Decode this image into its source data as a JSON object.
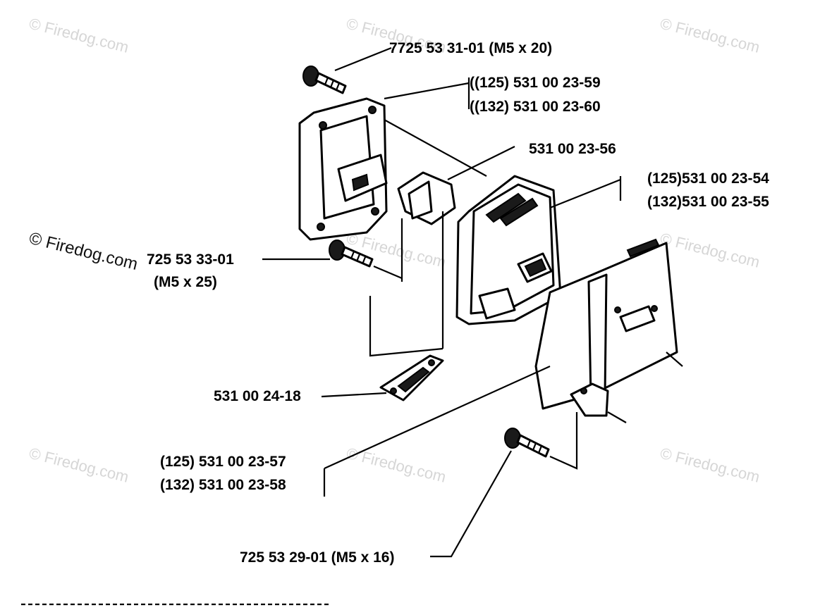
{
  "colors": {
    "line": "#000000",
    "background": "#ffffff",
    "watermark": "#d6d6d6"
  },
  "watermark": {
    "text": "© Firedog.com"
  },
  "labels": {
    "screw_top": "7725 53 31-01 (M5 x 20)",
    "cover_125": "((125) 531 00 23-59",
    "cover_132": "((132) 531 00 23-60",
    "bracket": "531 00 23-56",
    "muffler_125": "(125)531 00 23-54",
    "muffler_132": "(132)531 00 23-55",
    "screw_mid_part": "725 53 33-01",
    "screw_mid_size": "(M5 x 25)",
    "gasket": "531 00 24-18",
    "plate_125": "(125) 531 00 23-57",
    "plate_132": "(132) 531 00 23-58",
    "screw_bottom": "725 53 29-01 (M5 x 16)"
  }
}
